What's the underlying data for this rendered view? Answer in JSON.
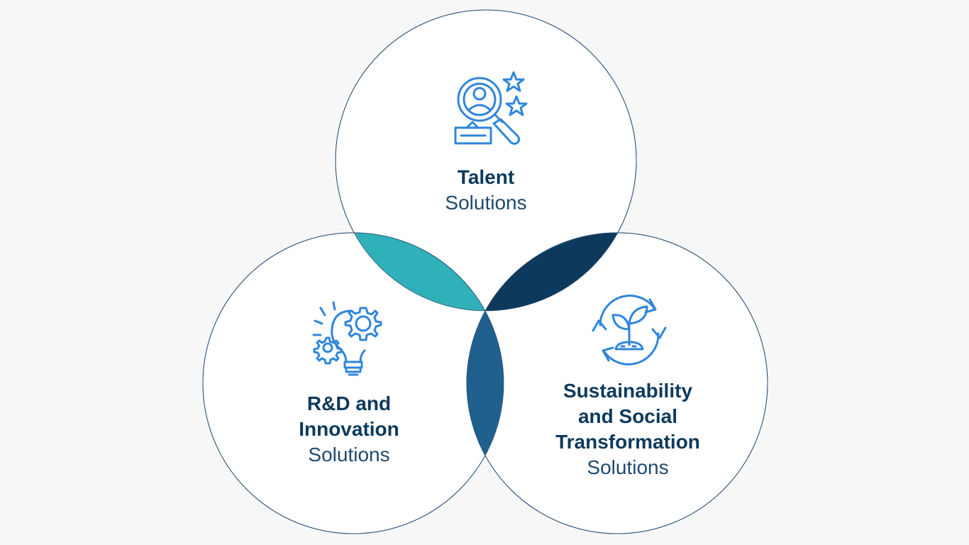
{
  "colors": {
    "background": "#f7f7f8",
    "circle_fill": "#ffffff",
    "circle_stroke": "#2a5178",
    "overlap_top_left": "#30b0b8",
    "overlap_top_right": "#0d3a5c",
    "overlap_bottom": "#20608f",
    "icon_stroke": "#2f86dc",
    "text_dark": "#0d3a5c"
  },
  "circles": [
    {
      "id": "talent",
      "title_lines": [
        "Talent"
      ],
      "subtitle": "Solutions",
      "icon": "talent-search-icon"
    },
    {
      "id": "rnd",
      "title_lines": [
        "R&D and",
        "Innovation"
      ],
      "subtitle": "Solutions",
      "icon": "lightbulb-gears-icon"
    },
    {
      "id": "sustainability",
      "title_lines": [
        "Sustainability",
        "and Social",
        "Transformation"
      ],
      "subtitle": "Solutions",
      "icon": "plant-cycle-icon"
    }
  ]
}
